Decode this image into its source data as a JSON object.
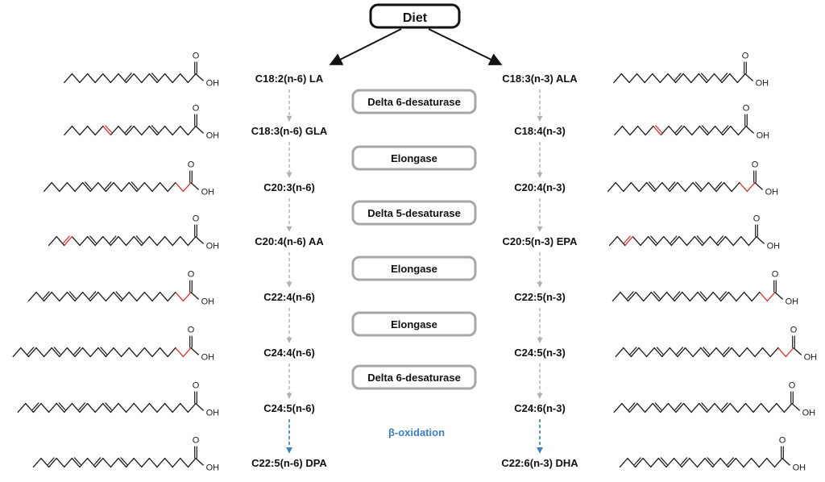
{
  "diet_label": "Diet",
  "colors": {
    "bond": "#1a1a1a",
    "new_bond": "#e0302e",
    "grey_arrow": "#b0b0b0",
    "blue": "#3a7fc1",
    "box_border": "#a6a6a6"
  },
  "n6": [
    {
      "label": "C18:2(n-6) LA"
    },
    {
      "label": "C18:3(n-6) GLA"
    },
    {
      "label": "C20:3(n-6)"
    },
    {
      "label": "C20:4(n-6) AA"
    },
    {
      "label": "C22:4(n-6)"
    },
    {
      "label": "C24:4(n-6)"
    },
    {
      "label": "C24:5(n-6)"
    },
    {
      "label": "C22:5(n-6) DPA"
    }
  ],
  "n3": [
    {
      "label": "C18:3(n-3) ALA"
    },
    {
      "label": "C18:4(n-3)"
    },
    {
      "label": "C20:4(n-3)"
    },
    {
      "label": "C20:5(n-3) EPA"
    },
    {
      "label": "C22:5(n-3)"
    },
    {
      "label": "C24:5(n-3)"
    },
    {
      "label": "C24:6(n-3)"
    },
    {
      "label": "C22:6(n-3) DHA"
    }
  ],
  "enzymes": [
    {
      "label": "Delta 6-desaturase"
    },
    {
      "label": "Elongase"
    },
    {
      "label": "Delta 5-desaturase"
    },
    {
      "label": "Elongase"
    },
    {
      "label": "Elongase"
    },
    {
      "label": "Delta 6-desaturase"
    }
  ],
  "beta_oxidation": "β-oxidation",
  "acid_o": "O",
  "acid_oh": "OH",
  "left_molecules": [
    {
      "n": 18,
      "db": [
        6,
        9
      ],
      "red": [],
      "redDb": -1
    },
    {
      "n": 18,
      "db": [
        6,
        9,
        12
      ],
      "red": [],
      "redDb": 12
    },
    {
      "n": 20,
      "db": [
        8,
        11,
        14
      ],
      "red": [
        1,
        2
      ],
      "redDb": -1
    },
    {
      "n": 20,
      "db": [
        8,
        11,
        14,
        17
      ],
      "red": [],
      "redDb": 17
    },
    {
      "n": 22,
      "db": [
        10,
        13,
        16,
        19
      ],
      "red": [
        1,
        2
      ],
      "redDb": -1
    },
    {
      "n": 24,
      "db": [
        12,
        15,
        18,
        21
      ],
      "red": [
        1,
        2
      ],
      "redDb": -1
    },
    {
      "n": 24,
      "db": [
        12,
        15,
        18,
        21,
        24
      ],
      "red": [],
      "redDb": 24
    },
    {
      "n": 22,
      "db": [
        10,
        13,
        16,
        19,
        22
      ],
      "red": [],
      "redDb": -1
    }
  ],
  "right_molecules": [
    {
      "n": 18,
      "db": [
        3,
        6,
        9
      ],
      "red": [],
      "redDb": -1
    },
    {
      "n": 18,
      "db": [
        3,
        6,
        9,
        12
      ],
      "red": [],
      "redDb": 12
    },
    {
      "n": 20,
      "db": [
        5,
        8,
        11,
        14
      ],
      "red": [
        1,
        2
      ],
      "redDb": -1
    },
    {
      "n": 20,
      "db": [
        5,
        8,
        11,
        14,
        17
      ],
      "red": [],
      "redDb": 17
    },
    {
      "n": 22,
      "db": [
        7,
        10,
        13,
        16,
        19
      ],
      "red": [
        1,
        2
      ],
      "redDb": -1
    },
    {
      "n": 24,
      "db": [
        9,
        12,
        15,
        18,
        21
      ],
      "red": [
        1,
        2
      ],
      "redDb": -1
    },
    {
      "n": 24,
      "db": [
        9,
        12,
        15,
        18,
        21,
        24
      ],
      "red": [],
      "redDb": 24
    },
    {
      "n": 22,
      "db": [
        7,
        10,
        13,
        16,
        19,
        22
      ],
      "red": [],
      "redDb": -1
    }
  ]
}
